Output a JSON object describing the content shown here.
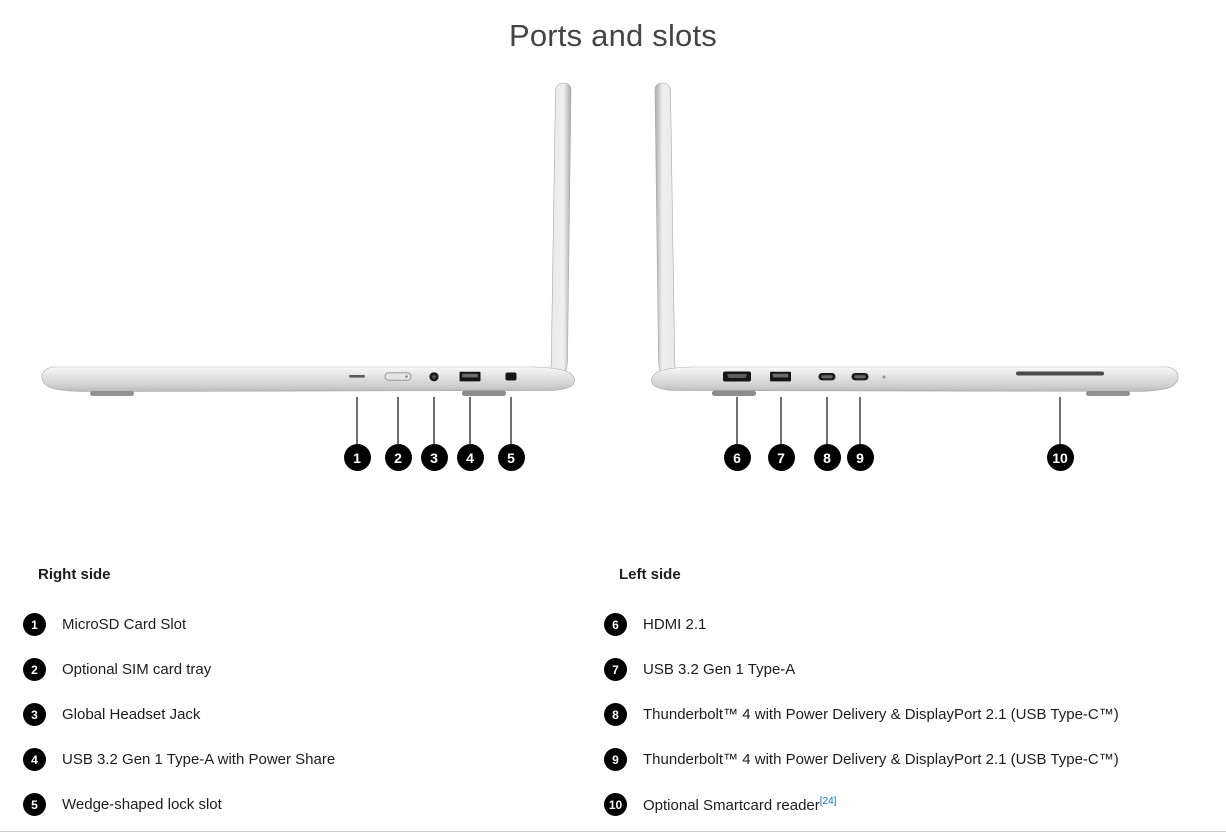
{
  "page": {
    "title": "Ports and slots"
  },
  "diagram": {
    "right_side_callouts": [
      "1",
      "2",
      "3",
      "4",
      "5"
    ],
    "left_side_callouts": [
      "6",
      "7",
      "8",
      "9",
      "10"
    ]
  },
  "legend": {
    "right": {
      "heading": "Right side",
      "items": [
        {
          "num": "1",
          "label": "MicroSD Card Slot"
        },
        {
          "num": "2",
          "label": "Optional SIM card tray"
        },
        {
          "num": "3",
          "label": "Global Headset Jack"
        },
        {
          "num": "4",
          "label": "USB 3.2 Gen 1 Type-A with Power Share"
        },
        {
          "num": "5",
          "label": "Wedge-shaped lock slot"
        }
      ]
    },
    "left": {
      "heading": "Left side",
      "items": [
        {
          "num": "6",
          "label": "HDMI 2.1"
        },
        {
          "num": "7",
          "label": "USB 3.2 Gen 1 Type-A"
        },
        {
          "num": "8",
          "label": "Thunderbolt™ 4 with Power Delivery & DisplayPort 2.1 (USB Type-C™)"
        },
        {
          "num": "9",
          "label": "Thunderbolt™ 4 with Power Delivery & DisplayPort 2.1 (USB Type-C™)"
        },
        {
          "num": "10",
          "label": "Optional Smartcard reader",
          "footnote": "[24]"
        }
      ]
    }
  },
  "colors": {
    "badge": "#000000",
    "text": "#1d1d1d",
    "footnote_link": "#0672cb"
  }
}
